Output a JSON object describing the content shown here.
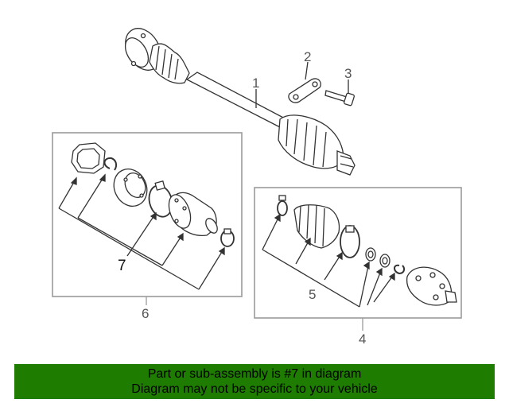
{
  "callouts": {
    "c1": "1",
    "c2": "2",
    "c3": "3",
    "c4": "4",
    "c5": "5",
    "c6": "6",
    "c7": "7"
  },
  "banner": {
    "line1": "Part or sub-assembly is #7 in diagram",
    "line2": "Diagram may not be specific to your vehicle"
  },
  "colors": {
    "banner_background": "#1e7c00",
    "box_border": "#9a9a9a",
    "line": "#333333"
  }
}
